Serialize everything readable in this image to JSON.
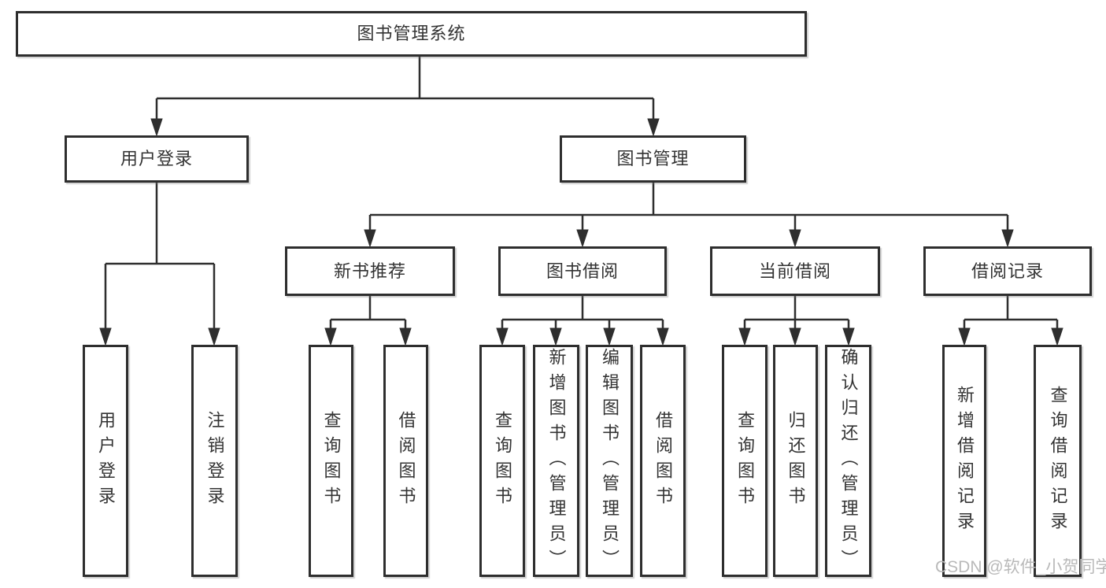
{
  "diagram": {
    "root": "图书管理系统",
    "branches": {
      "user": {
        "label": "用户登录",
        "children": [
          "用户登录",
          "注销登录"
        ]
      },
      "book": {
        "label": "图书管理",
        "groups": [
          {
            "label": "新书推荐",
            "children": [
              "查询图书",
              "借阅图书"
            ]
          },
          {
            "label": "图书借阅",
            "children": [
              "查询图书",
              "新增图书（管理员）",
              "编辑图书（管理员）",
              "借阅图书"
            ]
          },
          {
            "label": "当前借阅",
            "children": [
              "查询图书",
              "归还图书",
              "确认归还（管理员）"
            ]
          },
          {
            "label": "借阅记录",
            "children": [
              "新增借阅记录",
              "查询借阅记录"
            ]
          }
        ]
      }
    }
  },
  "watermark": {
    "text": "CSDN @软件_小贺同学",
    "color": "#b9b9b9"
  },
  "colors": {
    "line": "#2e2e2e",
    "text": "#333333",
    "background": "#ffffff"
  }
}
